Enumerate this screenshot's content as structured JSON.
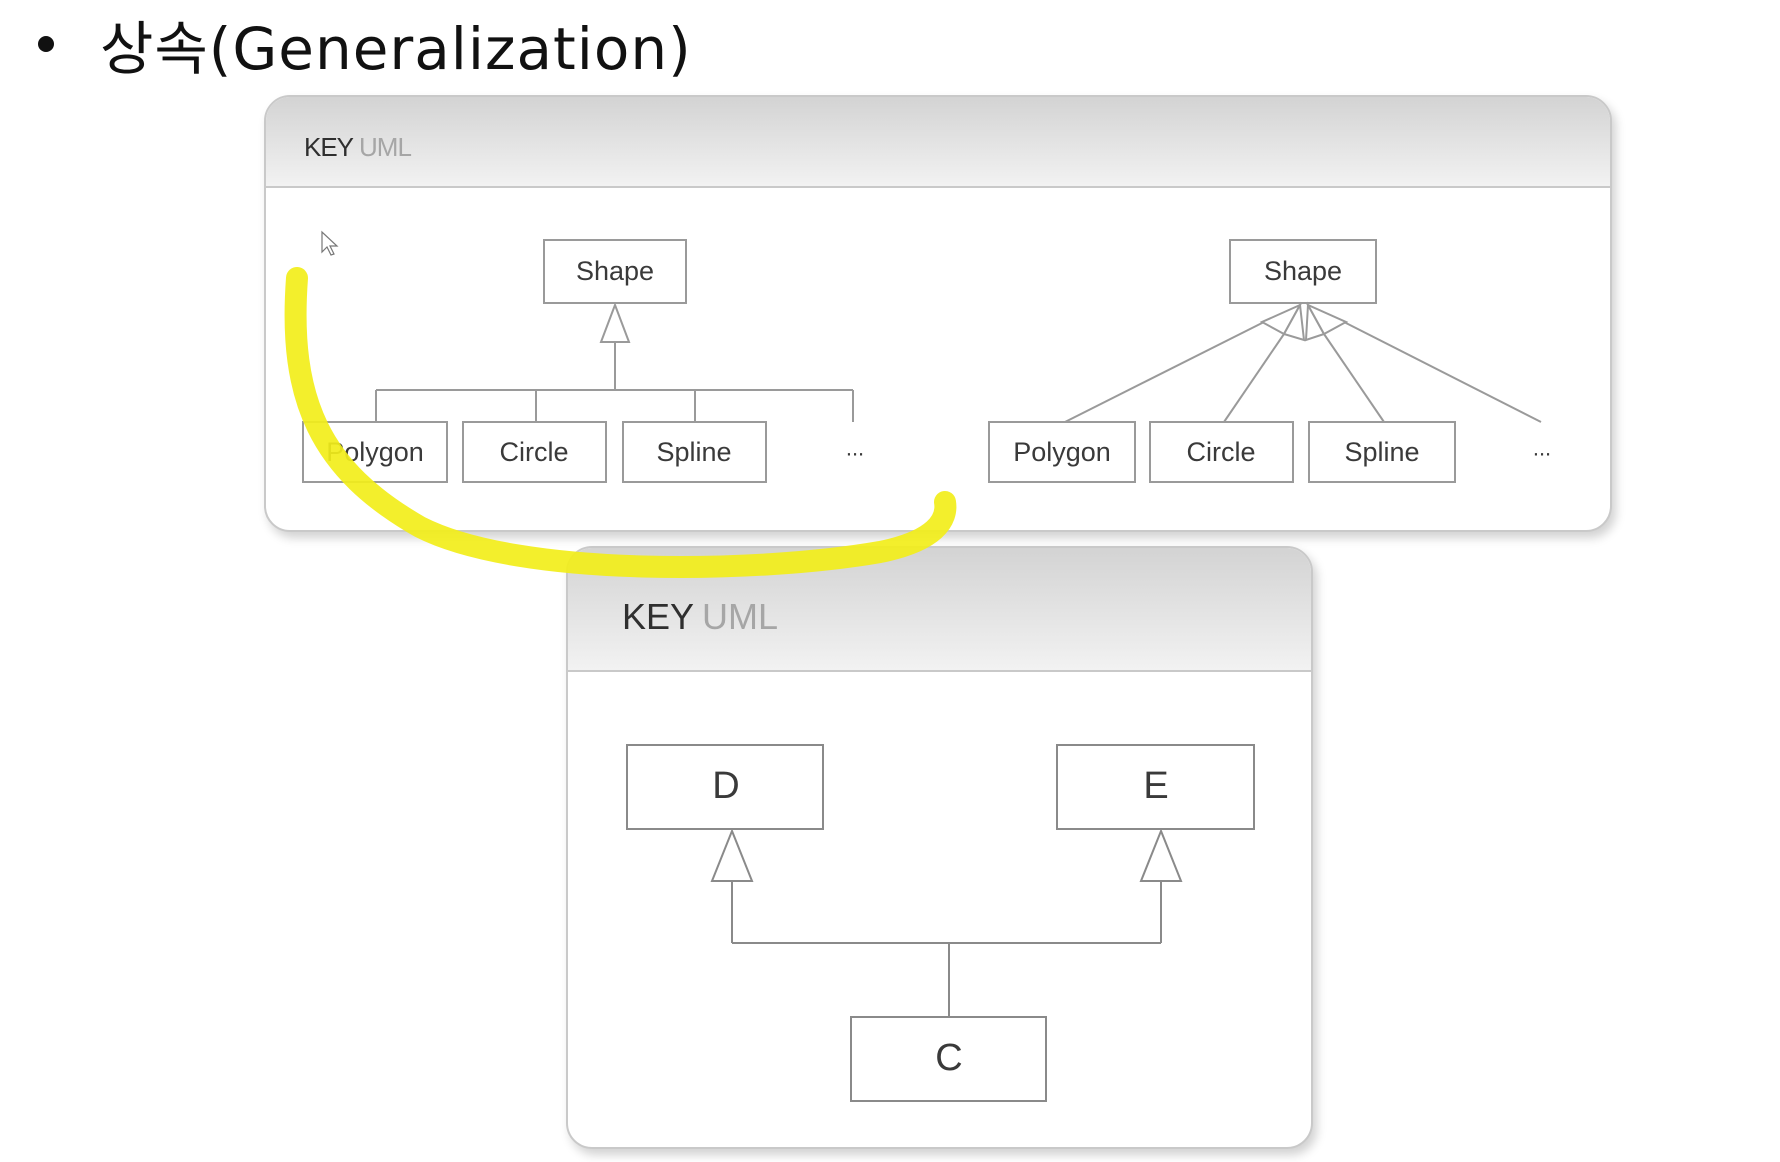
{
  "title": "상속(Generalization)",
  "panels": [
    {
      "key_label": "KEY",
      "key_sub": "UML",
      "diagrams": [
        {
          "style": "shared-triangle",
          "parent": "Shape",
          "children": [
            "Polygon",
            "Circle",
            "Spline",
            "..."
          ]
        },
        {
          "style": "separate-triangles",
          "parent": "Shape",
          "children": [
            "Polygon",
            "Circle",
            "Spline",
            "..."
          ]
        }
      ]
    },
    {
      "key_label": "KEY",
      "key_sub": "UML",
      "diagram": {
        "style": "multiple-inheritance",
        "parents": [
          "D",
          "E"
        ],
        "child": "C"
      }
    }
  ],
  "annotation": {
    "color": "#f2ee1a",
    "type": "highlighter-stroke"
  }
}
